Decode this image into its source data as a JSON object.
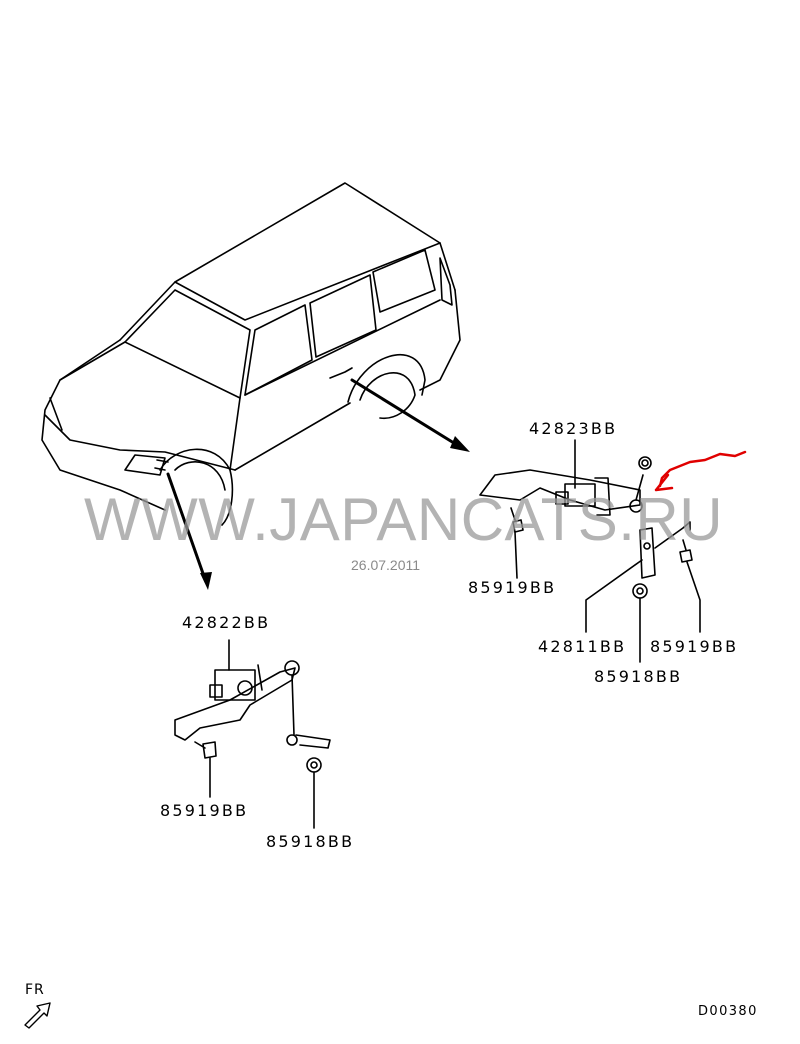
{
  "watermark": "WWW.JAPANCATS.RU",
  "date": "26.07.2011",
  "diagram_code": "D00380",
  "direction_label": "FR",
  "rear_group": {
    "sensor": "42823BB",
    "bolt_left": "85919BB",
    "bracket": "42811BB",
    "bolt_right": "85919BB",
    "nut": "85918BB"
  },
  "front_group": {
    "sensor": "42822BB",
    "bolt": "85919BB",
    "nut": "85918BB"
  },
  "colors": {
    "annotation_arrow": "#e00000",
    "watermark": "#9a9a9a"
  }
}
